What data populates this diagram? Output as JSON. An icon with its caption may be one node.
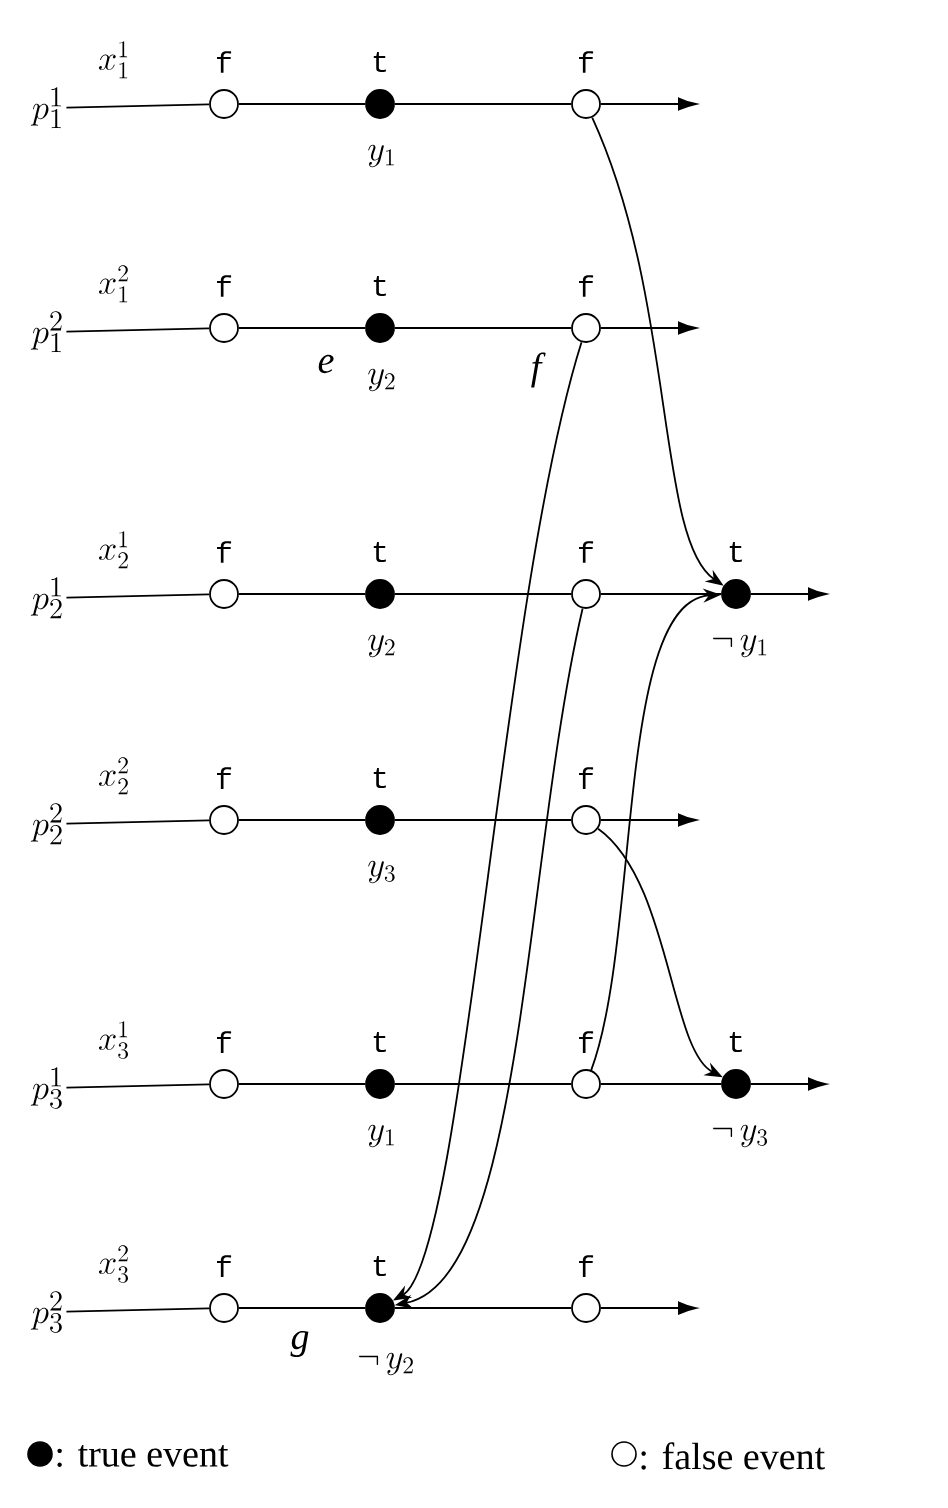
{
  "diagram": {
    "nodes": [
      {
        "text": [
          "p^{1}_{1}"
        ],
        "beside": [
          "x^{1}_{1}"
        ]
      },
      {
        "text": [],
        "shape": "circle",
        "beside": [
          "f"
        ]
      },
      {
        "text": [],
        "shape": "dot",
        "beside": [
          "t",
          "y_{1}"
        ]
      },
      {
        "text": [],
        "shape": "circle",
        "beside": [
          "f"
        ]
      },
      {
        "text": [
          "p^{2}_{1}"
        ],
        "beside": [
          "x^{2}_{1}"
        ]
      },
      {
        "text": [],
        "shape": "circle",
        "beside": [
          "f"
        ]
      },
      {
        "text": [],
        "shape": "dot",
        "beside": [
          "t",
          "y_{2}"
        ]
      },
      {
        "text": [],
        "shape": "circle",
        "beside": [
          "f"
        ]
      },
      {
        "text": [
          "p^{1}_{2}"
        ],
        "beside": [
          "x^{1}_{2}"
        ]
      },
      {
        "text": [],
        "shape": "circle",
        "beside": [
          "f"
        ]
      },
      {
        "text": [],
        "shape": "dot",
        "beside": [
          "t",
          "y_{2}"
        ]
      },
      {
        "text": [],
        "shape": "circle",
        "beside": [
          "f"
        ]
      },
      {
        "text": [],
        "shape": "dot",
        "beside": [
          "t",
          "\\neg\\, y_{1}"
        ]
      },
      {
        "text": [
          "p^{2}_{2}"
        ],
        "beside": [
          "x^{2}_{2}"
        ]
      },
      {
        "text": [],
        "shape": "circle",
        "beside": [
          "f"
        ]
      },
      {
        "text": [],
        "shape": "dot",
        "beside": [
          "t",
          "y_{3}"
        ]
      },
      {
        "text": [],
        "shape": "circle",
        "beside": [
          "f"
        ]
      },
      {
        "text": [
          "p^{1}_{3}"
        ],
        "beside": [
          "x^{1}_{3}"
        ]
      },
      {
        "text": [],
        "shape": "circle",
        "beside": [
          "f"
        ]
      },
      {
        "text": [],
        "shape": "dot",
        "beside": [
          "t",
          "y_{1}"
        ]
      },
      {
        "text": [],
        "shape": "circle",
        "beside": [
          "f"
        ]
      },
      {
        "text": [],
        "shape": "dot",
        "beside": [
          "t",
          "\\neg\\, y_{3}"
        ]
      },
      {
        "text": [
          "p^{2}_{3}"
        ],
        "beside": [
          "x^{2}_{3}"
        ]
      },
      {
        "text": [],
        "shape": "circle",
        "beside": [
          "f"
        ]
      },
      {
        "text": [],
        "shape": "dot",
        "beside": [
          "t",
          "\\neg\\, y_{2}"
        ]
      },
      {
        "text": [],
        "shape": "circle",
        "beside": [
          "f"
        ]
      }
    ],
    "edges": [
      {
        "from": 0,
        "to": 1,
        "arrow": "none"
      },
      {
        "from": 1,
        "to": 2,
        "arrow": "none"
      },
      {
        "from": 2,
        "to": 3,
        "arrow": "none"
      },
      {
        "from": 3,
        "to": null,
        "arrow": "to"
      },
      {
        "from": 4,
        "to": 5,
        "arrow": "none"
      },
      {
        "from": 5,
        "to": 6,
        "arrow": "none"
      },
      {
        "from": 6,
        "to": 7,
        "arrow": "none"
      },
      {
        "from": 7,
        "to": null,
        "arrow": "to"
      },
      {
        "from": 8,
        "to": 9,
        "arrow": "none"
      },
      {
        "from": 9,
        "to": 10,
        "arrow": "none"
      },
      {
        "from": 10,
        "to": 11,
        "arrow": "none"
      },
      {
        "from": 11,
        "to": 12,
        "arrow": "none"
      },
      {
        "from": 12,
        "to": null,
        "arrow": "to"
      },
      {
        "from": 13,
        "to": 14,
        "arrow": "none"
      },
      {
        "from": 14,
        "to": 15,
        "arrow": "none"
      },
      {
        "from": 15,
        "to": 16,
        "arrow": "none"
      },
      {
        "from": 16,
        "to": null,
        "arrow": "to"
      },
      {
        "from": 17,
        "to": 18,
        "arrow": "none"
      },
      {
        "from": 18,
        "to": 19,
        "arrow": "none"
      },
      {
        "from": 19,
        "to": 20,
        "arrow": "none"
      },
      {
        "from": 20,
        "to": 21,
        "arrow": "none"
      },
      {
        "from": 21,
        "to": null,
        "arrow": "to"
      },
      {
        "from": 22,
        "to": 23,
        "arrow": "none"
      },
      {
        "from": 23,
        "to": 24,
        "arrow": "none"
      },
      {
        "from": 24,
        "to": 25,
        "arrow": "none"
      },
      {
        "from": 25,
        "to": null,
        "arrow": "to"
      },
      {
        "from": 3,
        "to": 12,
        "arrow": "to"
      },
      {
        "from": 7,
        "to": 24,
        "arrow": "to"
      },
      {
        "from": 11,
        "to": 24,
        "arrow": "to"
      },
      {
        "from": 20,
        "to": 12,
        "arrow": "to"
      },
      {
        "from": 16,
        "to": 21,
        "arrow": "to"
      }
    ],
    "labels": [
      "e",
      "f",
      "g"
    ],
    "legend": [
      {
        "text": ": true event",
        "color": "#000000"
      },
      {
        "text": ": false event"
      }
    ]
  }
}
